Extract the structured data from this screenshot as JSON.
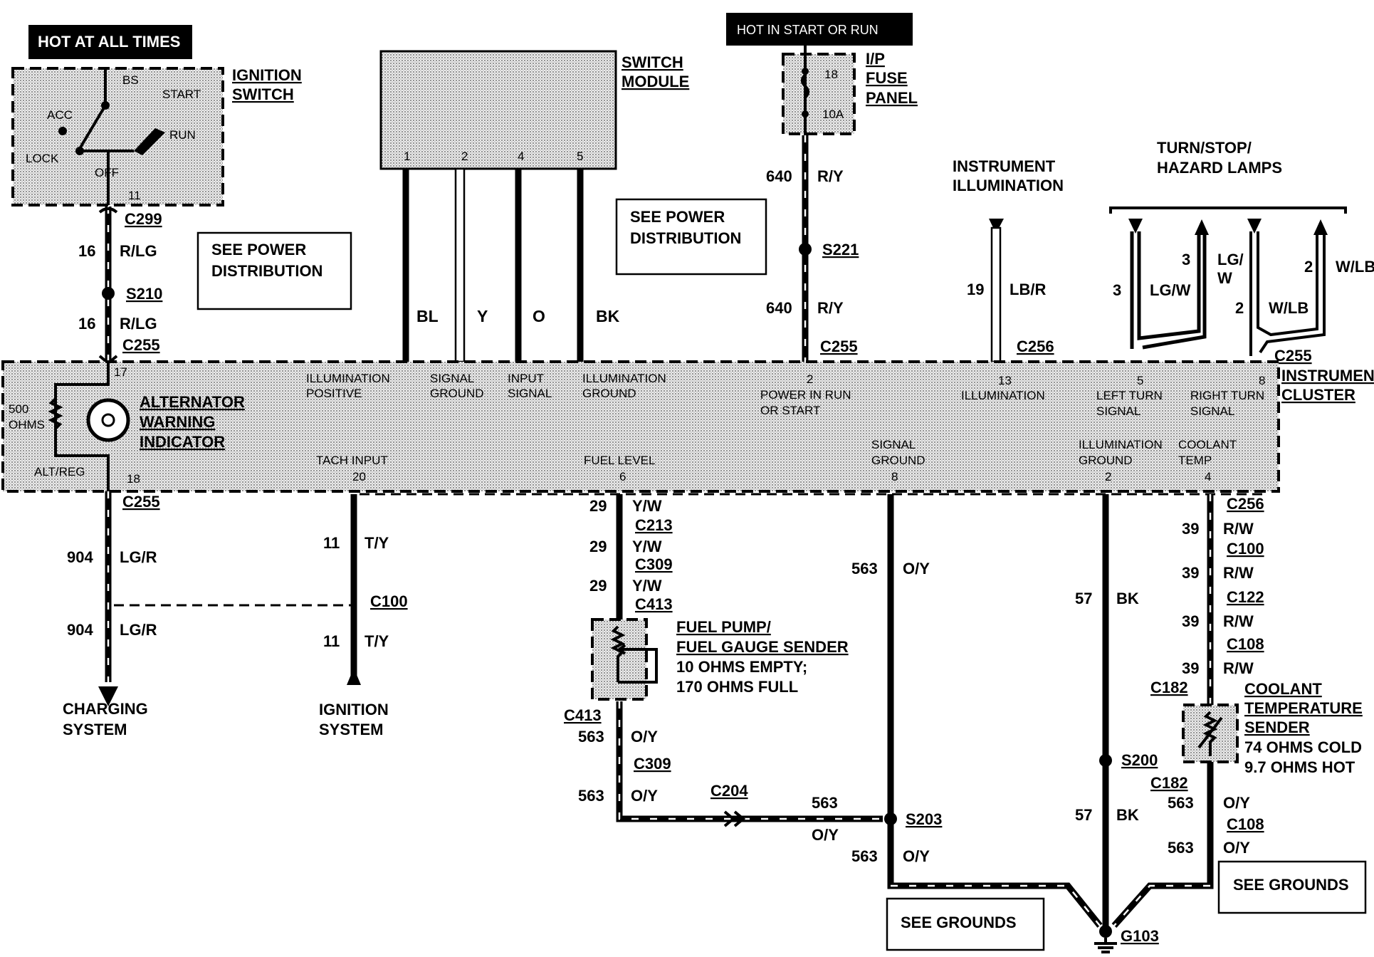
{
  "banners": {
    "hot_all": "HOT AT ALL TIMES",
    "hot_start_run": "HOT IN START OR RUN"
  },
  "ignition_switch": {
    "title1": "IGNITION",
    "title2": "SWITCH",
    "bs": "BS",
    "start": "START",
    "acc": "ACC",
    "run": "RUN",
    "lock": "LOCK",
    "off": "OFF",
    "pin": "11"
  },
  "switch_module": {
    "title1": "SWITCH",
    "title2": "MODULE",
    "pins": [
      "1",
      "2",
      "4",
      "5"
    ],
    "wires": [
      "BL",
      "Y",
      "O",
      "BK"
    ]
  },
  "fuse_panel": {
    "title1": "I/P",
    "title2": "FUSE",
    "title3": "PANEL",
    "fuse": "18",
    "amps": "10A"
  },
  "see_power_1": [
    "SEE POWER",
    "DISTRIBUTION"
  ],
  "see_power_2": [
    "SEE POWER",
    "DISTRIBUTION"
  ],
  "see_grounds_1": "SEE GROUNDS",
  "see_grounds_2": "SEE GROUNDS",
  "connectors": {
    "c299": "C299",
    "s210": "S210",
    "c255": "C255",
    "s221": "S221",
    "c256": "C256",
    "c213": "C213",
    "c309": "C309",
    "c413": "C413",
    "c100": "C100",
    "c122": "C122",
    "c108": "C108",
    "c182": "C182",
    "c204": "C204",
    "s203": "S203",
    "s200": "S200",
    "g103": "G103"
  },
  "wires": {
    "w16": "16",
    "rlg": "R/LG",
    "w640": "640",
    "ry": "R/Y",
    "w19": "19",
    "lbr": "LB/R",
    "w3": "3",
    "lgw": "LG/W",
    "lg_": "LG/",
    "w_": "W",
    "w2": "2",
    "wlb": "W/LB",
    "w904": "904",
    "lgr": "LG/R",
    "w11": "11",
    "ty": "T/Y",
    "w29": "29",
    "yw": "Y/W",
    "w563": "563",
    "oy": "O/Y",
    "w57": "57",
    "bk": "BK",
    "w39": "39",
    "rw": "R/W"
  },
  "headings": {
    "instr_illum1": "INSTRUMENT",
    "instr_illum2": "ILLUMINATION",
    "turn1": "TURN/STOP/",
    "turn2": "HAZARD LAMPS"
  },
  "cluster": {
    "title1": "INSTRUMENT",
    "title2": "CLUSTER",
    "alt1": "ALTERNATOR",
    "alt2": "WARNING",
    "alt3": "INDICATOR",
    "ohms1": "500",
    "ohms2": "OHMS",
    "altreg": "ALT/REG",
    "pin17": "17",
    "pin18": "18",
    "illum_pos1": "ILLUMINATION",
    "illum_pos2": "POSITIVE",
    "sig_gnd1": "SIGNAL",
    "sig_gnd2": "GROUND",
    "input1": "INPUT",
    "input2": "SIGNAL",
    "illum_gnd1": "ILLUMINATION",
    "illum_gnd2": "GROUND",
    "pwr_pin": "2",
    "pwr1": "POWER IN RUN",
    "pwr2": "OR START",
    "illum_pin": "13",
    "illum": "ILLUMINATION",
    "lt_pin": "5",
    "lt1": "LEFT TURN",
    "lt2": "SIGNAL",
    "rt_pin": "8",
    "rt1": "RIGHT TURN",
    "rt2": "SIGNAL",
    "tach": "TACH INPUT",
    "tach_pin": "20",
    "fuel": "FUEL LEVEL",
    "fuel_pin": "6",
    "sg2_1": "SIGNAL",
    "sg2_2": "GROUND",
    "sg2_pin": "8",
    "ig1": "ILLUMINATION",
    "ig2": "GROUND",
    "ig_pin": "2",
    "cool1": "COOLANT",
    "cool2": "TEMP",
    "cool_pin": "4"
  },
  "fuel_sender": {
    "t1": "FUEL PUMP/",
    "t2": "FUEL GAUGE SENDER",
    "t3": "10 OHMS EMPTY;",
    "t4": "170 OHMS FULL"
  },
  "coolant_sender": {
    "t1": "COOLANT",
    "t2": "TEMPERATURE",
    "t3": "SENDER",
    "t4": "74 OHMS COLD",
    "t5": "9.7 OHMS HOT"
  },
  "destinations": {
    "charging1": "CHARGING",
    "charging2": "SYSTEM",
    "ignition1": "IGNITION",
    "ignition2": "SYSTEM"
  }
}
